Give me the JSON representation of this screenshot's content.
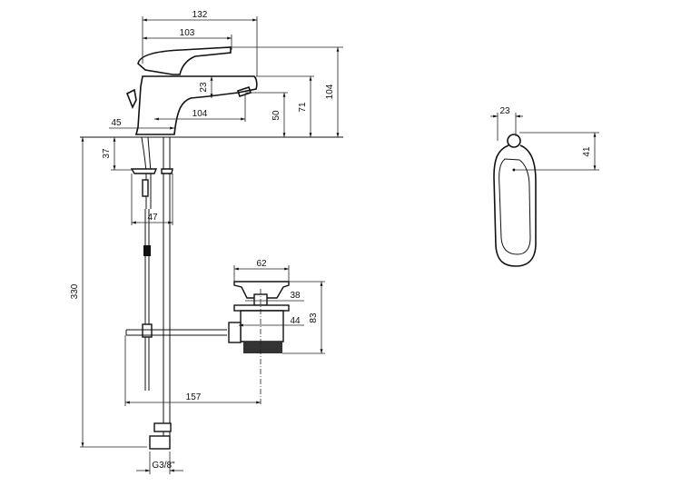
{
  "drawing": {
    "front_view": {
      "dimensions": {
        "spout_reach": "132",
        "lever_reach": "103",
        "total_height": "104",
        "spout_height": "71",
        "aerator_height": "50",
        "spout_thickness": "23",
        "aerator_offset": "104",
        "base_diameter": "45",
        "deck_thickness": "37",
        "shank_width": "47",
        "hose_length": "330",
        "waste_flange": "62",
        "waste_inner": "38",
        "waste_body": "44",
        "waste_height": "83",
        "rod_length": "157",
        "connection": "G3/8\""
      }
    },
    "side_view": {
      "dimensions": {
        "knob_width": "23",
        "knob_drop": "41"
      }
    }
  }
}
